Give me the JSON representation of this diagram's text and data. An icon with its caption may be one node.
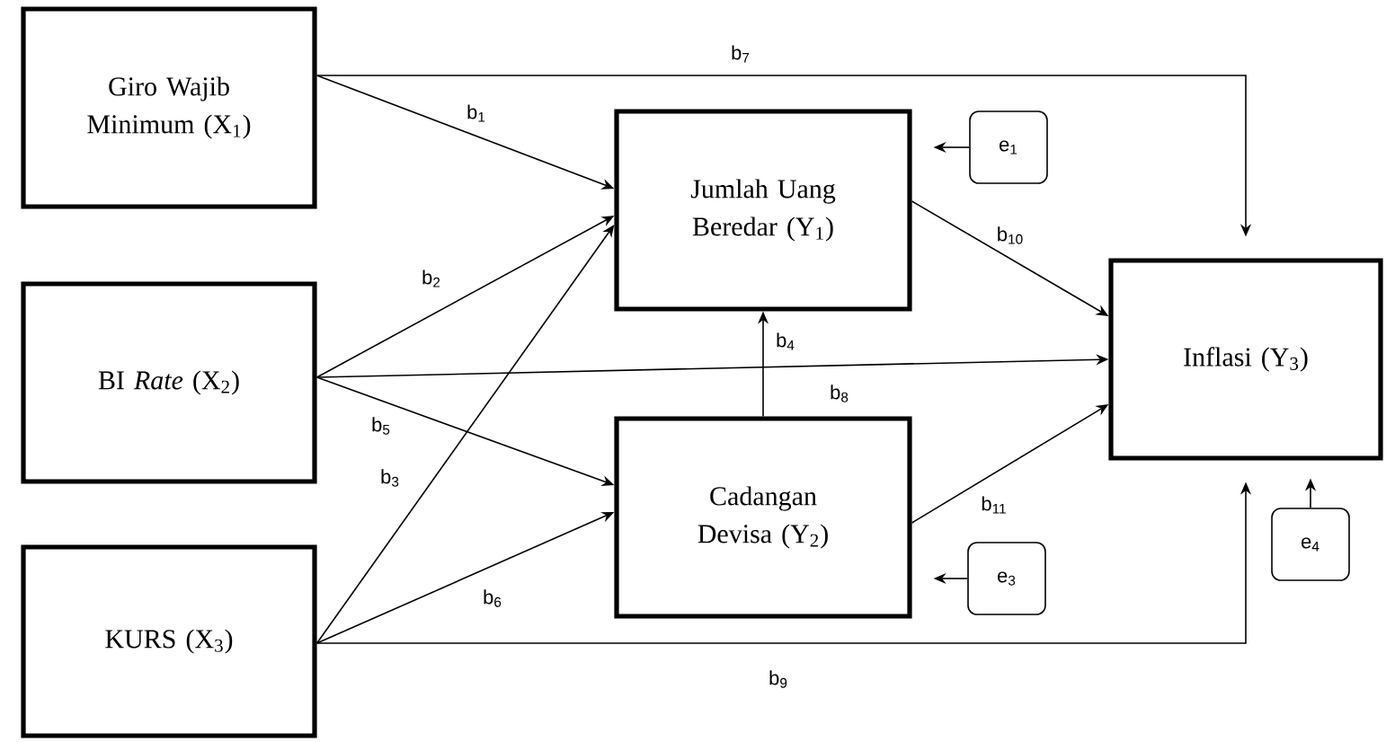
{
  "diagram": {
    "nodes": [
      {
        "text": [
          "Giro Wajib Minimum (X$_{1}$)"
        ]
      },
      {
        "text": [
          "BI *Rate* (X$_{2}$)"
        ]
      },
      {
        "text": [
          "KURS (X$_{3}$)"
        ]
      },
      {
        "text": [
          "Jumlah Uang Beredar (Y$_{1}$)"
        ]
      },
      {
        "text": [
          "Cadangan Devisa (Y$_{2}$)"
        ]
      },
      {
        "text": [
          "Inflasi (Y$_{3}$)"
        ]
      },
      {
        "text": [
          "e$_{1}$"
        ]
      },
      {
        "text": [
          "e$_{3}$"
        ]
      },
      {
        "text": [
          "e$_{4}$"
        ]
      }
    ],
    "edges": [
      {
        "from": 0,
        "to": 3,
        "arrow": "to",
        "label": "b$_{1}$"
      },
      {
        "from": 1,
        "to": 3,
        "arrow": "to",
        "label": "b$_{2}$"
      },
      {
        "from": 2,
        "to": 3,
        "arrow": "to",
        "label": "b$_{3}$"
      },
      {
        "from": 4,
        "to": 3,
        "arrow": "to",
        "label": "b$_{4}$"
      },
      {
        "from": 1,
        "to": 4,
        "arrow": "to",
        "label": "b$_{5}$"
      },
      {
        "from": 2,
        "to": 4,
        "arrow": "to",
        "label": "b$_{6}$"
      },
      {
        "from": 0,
        "to": 5,
        "arrow": "to",
        "label": "b$_{7}$"
      },
      {
        "from": 1,
        "to": 5,
        "arrow": "to",
        "label": "b$_{8}$"
      },
      {
        "from": 2,
        "to": 5,
        "arrow": "to",
        "label": "b$_{9}$"
      },
      {
        "from": 3,
        "to": 5,
        "arrow": "to",
        "label": "b$_{10}$"
      },
      {
        "from": 4,
        "to": 5,
        "arrow": "to",
        "label": "b$_{11}$"
      },
      {
        "from": 6,
        "to": 3,
        "arrow": "to"
      },
      {
        "from": 7,
        "to": 4,
        "arrow": "to"
      },
      {
        "from": 8,
        "to": 5,
        "arrow": "to"
      }
    ]
  }
}
